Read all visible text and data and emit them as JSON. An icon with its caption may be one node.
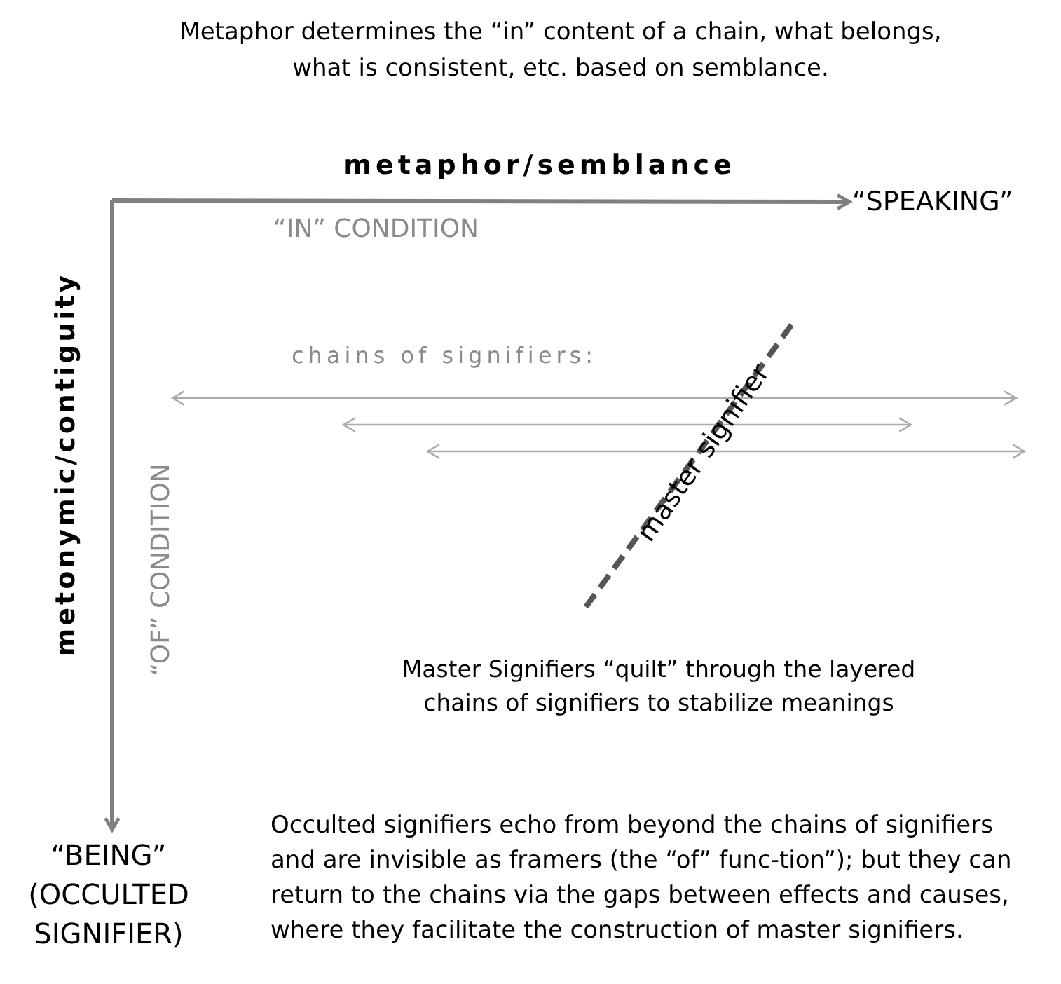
{
  "diagram": {
    "nodes": [
      {
        "text": [
          "“SPEAKING”"
        ]
      },
      {
        "text": [
          "“BEING”",
          "(OCCULTED SIGNIFIER)"
        ]
      }
    ],
    "edges": [
      {
        "from": null,
        "to": 0,
        "arrow": "to"
      },
      {
        "from": null,
        "to": 1,
        "arrow": "to"
      }
    ],
    "labels": [
      "Metaphor determines the “in” content of a chain, what belongs, what is consistent, etc. based on semblance.",
      "metaphor/semblance",
      "“IN” CONDITION",
      "metonymic/contiguity",
      "chains of signifiers:",
      "“OF” CONDITION",
      "master signifier",
      "Master Signifiers “quilt” through the layered chains of signifiers to stabilize meanings",
      "Occulted signifiers echo from beyond the chains of signifiers and are invisible as framers (the “of” func-tion”); but they can return to the chains via the gaps between effects and causes, where they facilitate the construction of master signifiers."
    ]
  }
}
